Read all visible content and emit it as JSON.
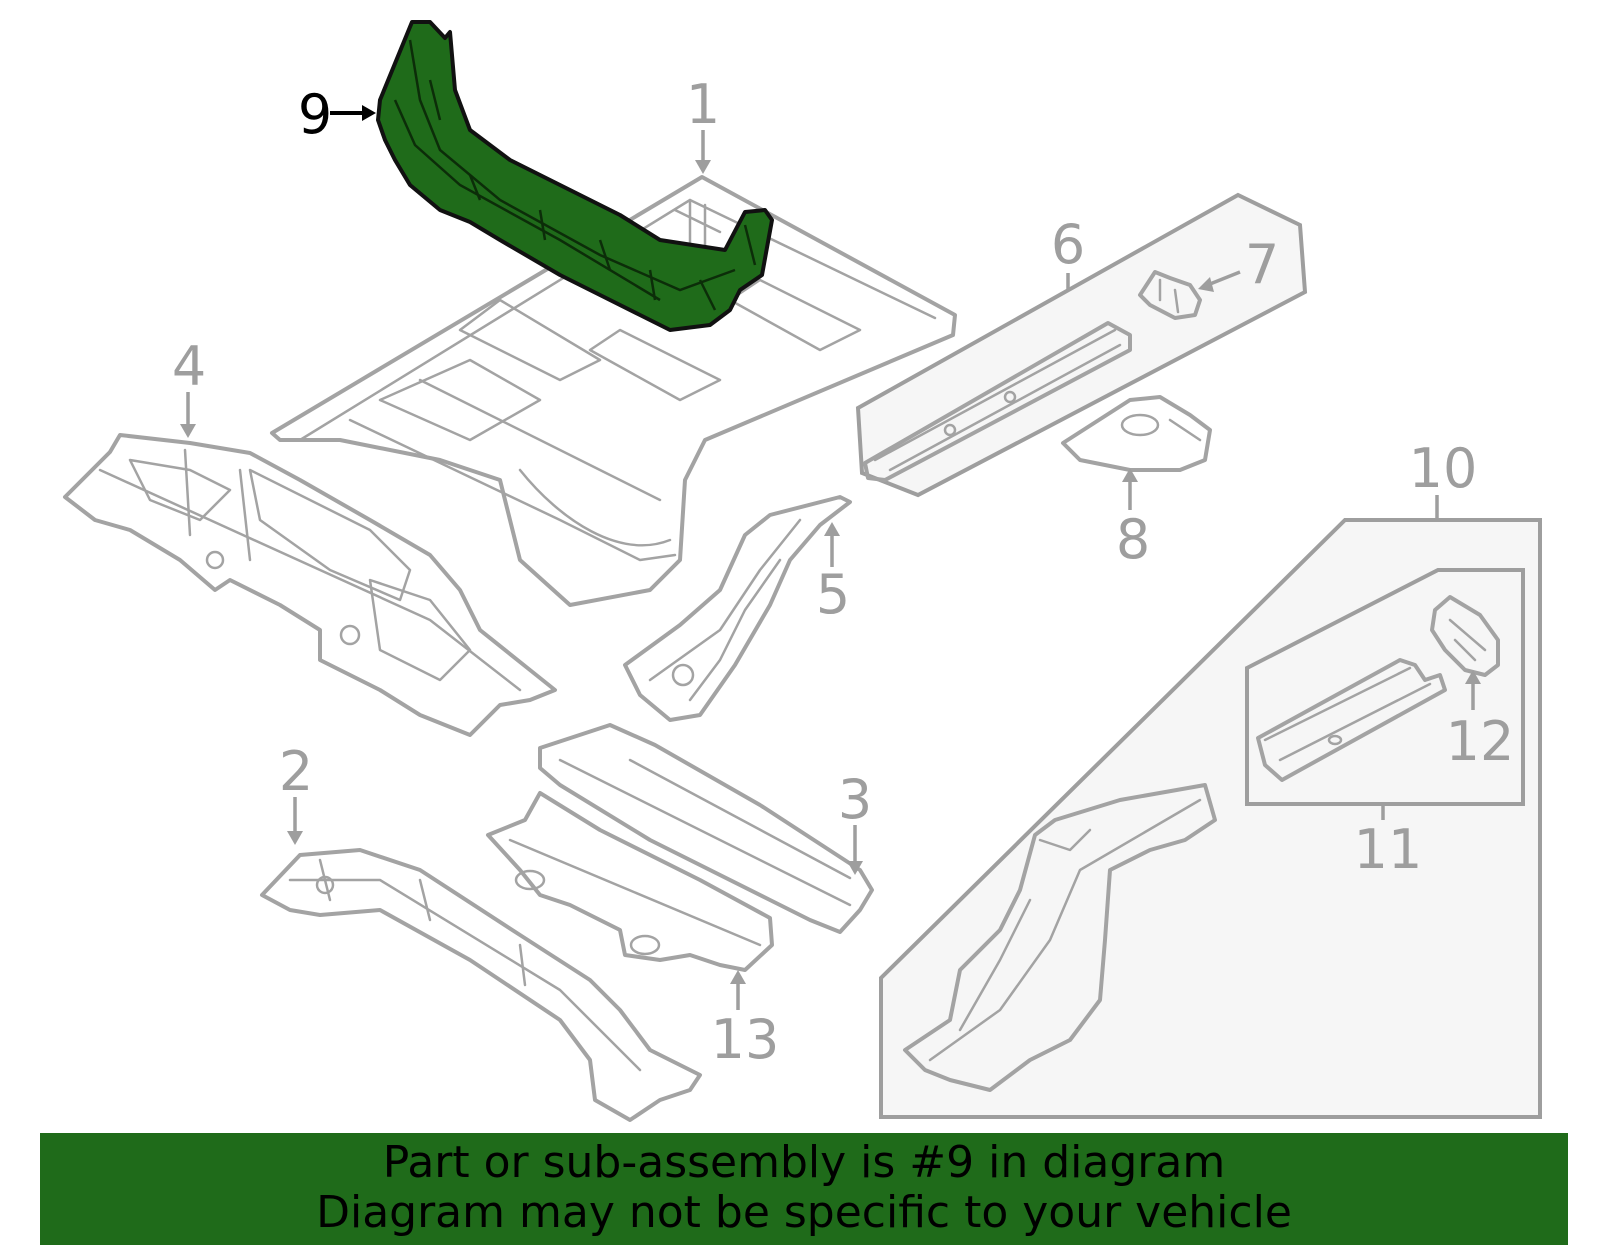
{
  "diagram": {
    "highlight_color": "#1f6b1a",
    "line_color": "#a3a3a3",
    "highlighted_part": "9",
    "callouts": {
      "c1": "1",
      "c2": "2",
      "c3": "3",
      "c4": "4",
      "c5": "5",
      "c6": "6",
      "c7": "7",
      "c8": "8",
      "c9": "9",
      "c10": "10",
      "c11": "11",
      "c12": "12",
      "c13": "13"
    }
  },
  "banner": {
    "line1": "Part or sub-assembly is #9 in diagram",
    "line2": "Diagram may not be specific to your vehicle"
  }
}
